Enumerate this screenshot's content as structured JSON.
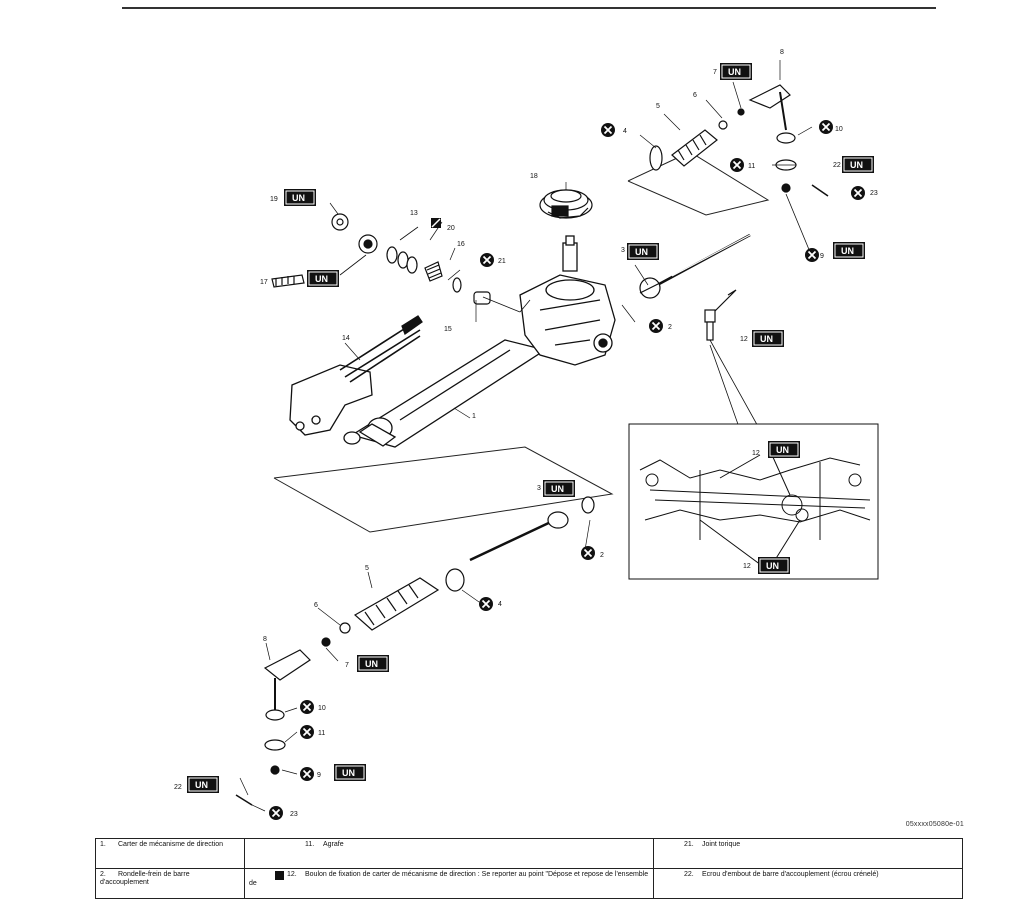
{
  "figure_code": "05xxxx05080e-01",
  "badge_text": "UN",
  "callouts": [
    {
      "id": "c1",
      "text": "1"
    },
    {
      "id": "c2a",
      "text": "2"
    },
    {
      "id": "c2b",
      "text": "2"
    },
    {
      "id": "c3a",
      "text": "3"
    },
    {
      "id": "c3b",
      "text": "3"
    },
    {
      "id": "c4a",
      "text": "4"
    },
    {
      "id": "c4b",
      "text": "4"
    },
    {
      "id": "c5a",
      "text": "5"
    },
    {
      "id": "c5b",
      "text": "5"
    },
    {
      "id": "c6a",
      "text": "6"
    },
    {
      "id": "c6b",
      "text": "6"
    },
    {
      "id": "c7a",
      "text": "7"
    },
    {
      "id": "c7b",
      "text": "7"
    },
    {
      "id": "c8a",
      "text": "8"
    },
    {
      "id": "c8b",
      "text": "8"
    },
    {
      "id": "c9a",
      "text": "9"
    },
    {
      "id": "c9b",
      "text": "9"
    },
    {
      "id": "c10a",
      "text": "10"
    },
    {
      "id": "c10b",
      "text": "10"
    },
    {
      "id": "c11a",
      "text": "11"
    },
    {
      "id": "c11b",
      "text": "11"
    },
    {
      "id": "c12a",
      "text": "12"
    },
    {
      "id": "c12b",
      "text": "12"
    },
    {
      "id": "c12c",
      "text": "12"
    },
    {
      "id": "c13",
      "text": "13"
    },
    {
      "id": "c14",
      "text": "14"
    },
    {
      "id": "c15",
      "text": "15"
    },
    {
      "id": "c16",
      "text": "16"
    },
    {
      "id": "c17",
      "text": "17"
    },
    {
      "id": "c18",
      "text": "18"
    },
    {
      "id": "c19",
      "text": "19"
    },
    {
      "id": "c20",
      "text": "20"
    },
    {
      "id": "c21",
      "text": "21"
    },
    {
      "id": "c22a",
      "text": "22"
    },
    {
      "id": "c22b",
      "text": "22"
    },
    {
      "id": "c23a",
      "text": "23"
    },
    {
      "id": "c23b",
      "text": "23"
    }
  ],
  "legend": {
    "rows": [
      {
        "col1": {
          "num": "1.",
          "text": "Carter de mécanisme de direction"
        },
        "col2": {
          "num": "11.",
          "text": "Agrafe"
        },
        "col3": {
          "num": "21.",
          "text": "Joint torique"
        }
      },
      {
        "col1": {
          "num": "2.",
          "text": "Rondelle-frein de barre d'accouplement"
        },
        "col2": {
          "num": "12.",
          "text": "Boulon de fixation de carter de mécanisme de direction : Se reporter au point \"Dépose et repose de l'ensemble de"
        },
        "col3": {
          "num": "22.",
          "text": "Ecrou d'embout de barre d'accouplement (écrou crénelé)"
        }
      }
    ]
  }
}
